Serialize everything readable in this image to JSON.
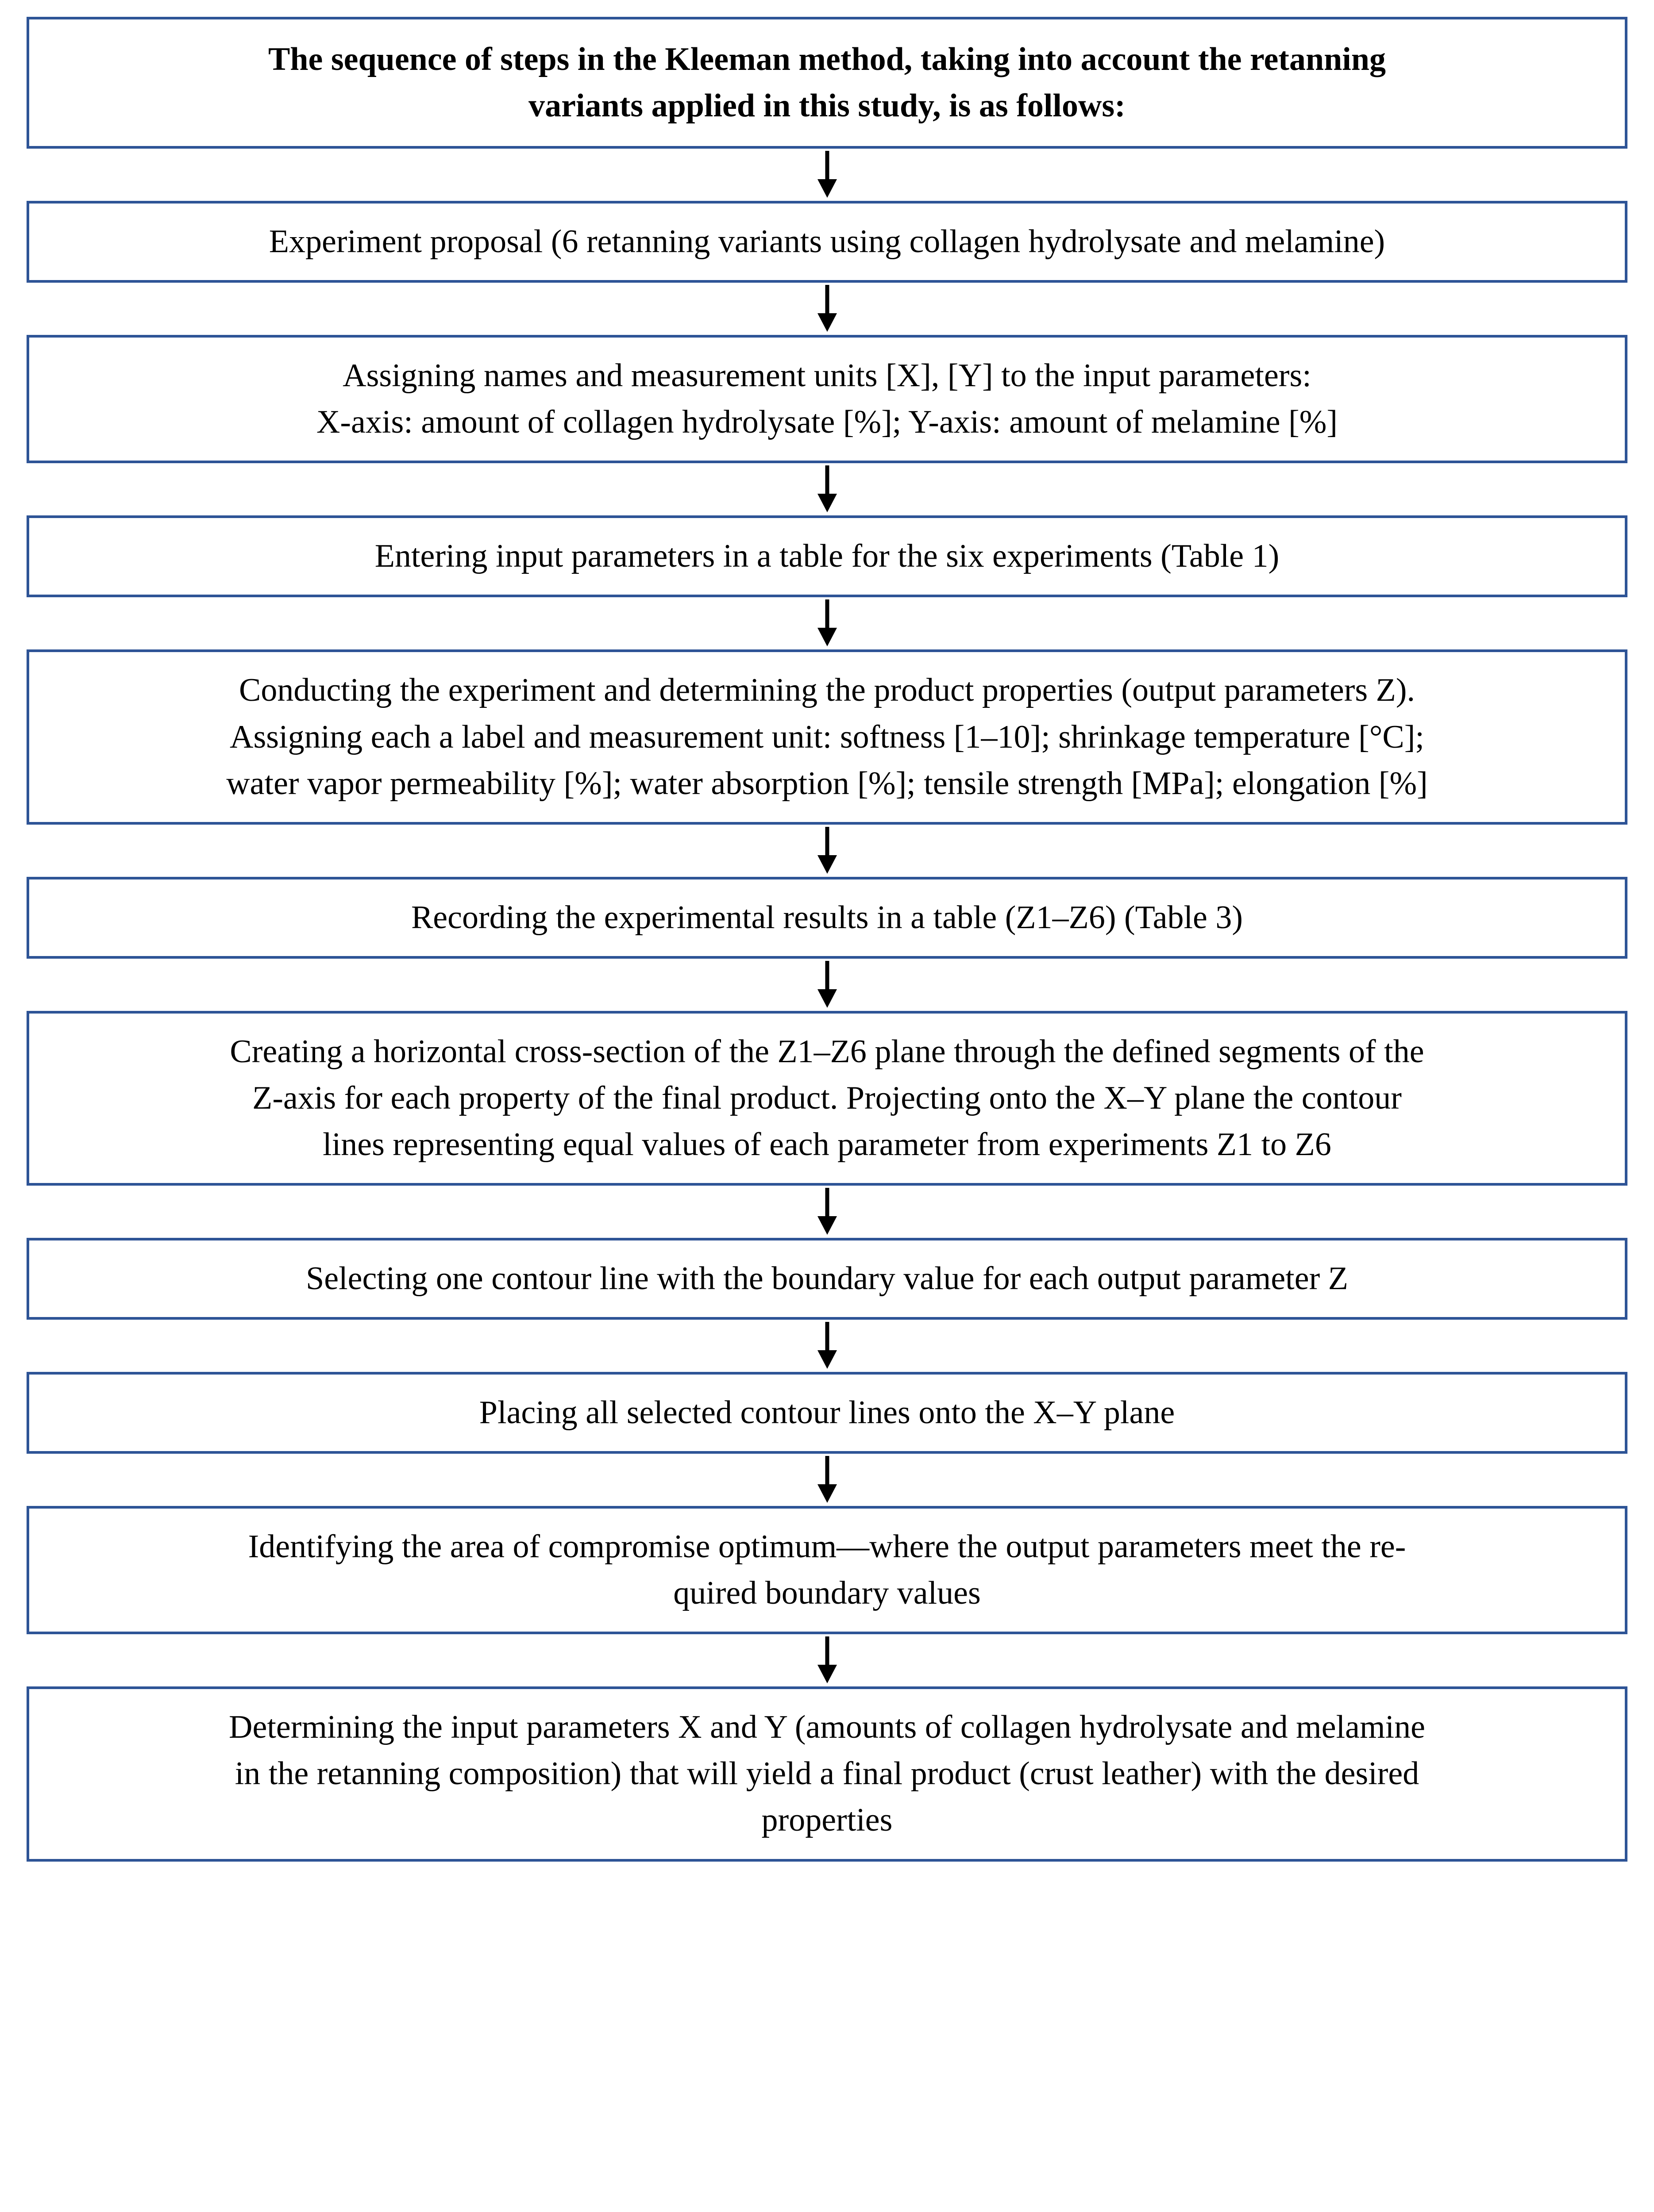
{
  "flowchart": {
    "title": "Kleeman method sequence of steps flowchart",
    "border_color": "#2e5496",
    "arrow_color": "#000000",
    "nodes": [
      {
        "id": "header",
        "bold": true,
        "text": "The sequence of steps in the Kleeman method, taking into account the retanning\nvariants applied in this study, is as follows:"
      },
      {
        "id": "step-1",
        "bold": false,
        "text": "Experiment proposal (6 retanning variants using collagen hydrolysate and melamine)"
      },
      {
        "id": "step-2",
        "bold": false,
        "text": "Assigning names and measurement units [X], [Y] to the input parameters:\nX-axis: amount of collagen hydrolysate [%]; Y-axis: amount of melamine [%]"
      },
      {
        "id": "step-3",
        "bold": false,
        "text": "Entering input parameters in a table for the six experiments (Table 1)"
      },
      {
        "id": "step-4",
        "bold": false,
        "text": "Conducting the experiment and determining the product properties (output parameters Z).\nAssigning each a label and measurement unit: softness [1–10]; shrinkage temperature [°C];\nwater vapor permeability [%]; water absorption [%]; tensile strength [MPa]; elongation [%]"
      },
      {
        "id": "step-5",
        "bold": false,
        "text": "Recording the experimental results in a table (Z1–Z6) (Table 3)"
      },
      {
        "id": "step-6",
        "bold": false,
        "text": "Creating a horizontal cross-section of the Z1–Z6 plane through the defined segments of the\nZ-axis for each property of the final product. Projecting onto the X–Y plane the contour\nlines representing equal values of each parameter from experiments Z1 to Z6"
      },
      {
        "id": "step-7",
        "bold": false,
        "text": "Selecting one contour line with the boundary value for each output parameter Z"
      },
      {
        "id": "step-8",
        "bold": false,
        "text": "Placing all selected contour lines onto the X–Y plane"
      },
      {
        "id": "step-9",
        "bold": false,
        "text": "Identifying the area of compromise optimum—where the output parameters meet the re-\nquired boundary values"
      },
      {
        "id": "step-10",
        "bold": false,
        "text": "Determining the input parameters X and Y (amounts of collagen hydrolysate and melamine\nin the retanning composition) that will yield a final product (crust leather) with the desired\nproperties"
      }
    ],
    "arrow_glyph": "down-arrow"
  }
}
